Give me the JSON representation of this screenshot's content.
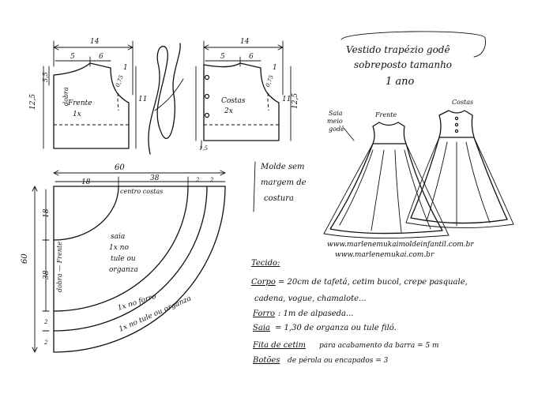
{
  "bodice_front": {
    "width_top": "14",
    "neck": "5",
    "shoulder": "6",
    "drop": "1",
    "left_small": "5,5",
    "height": "12,5",
    "right_height": "11",
    "armhole": "0,75",
    "piece_label": "Frente",
    "count": "1x",
    "fold_label": "dobra"
  },
  "bodice_back": {
    "width_top": "14",
    "neck": "5",
    "shoulder": "6",
    "drop": "1",
    "height": "12,5",
    "right_height": "11",
    "armhole": "0,75",
    "piece_label": "Costas",
    "count": "2x",
    "bottom_small": "1,5"
  },
  "signature": "Marlene Mukai",
  "skirt": {
    "width": "60",
    "inner_radius": "18",
    "band": "38",
    "small_a": "2",
    "small_b": "2",
    "center_label": "centro costas",
    "left_height": "60",
    "left_top": "18",
    "left_mid": "38",
    "left_b1": "2",
    "left_b2": "2",
    "fold_label": "dobra — Frente",
    "main_label_1": "saia",
    "main_label_2": "1x no",
    "main_label_3": "tule ou",
    "main_label_4": "organza",
    "band1_label": "1x no forro",
    "band2_label": "1x no tule ou organza"
  },
  "note": {
    "line1": "Molde sem",
    "line2": "margem de",
    "line3": "costura"
  },
  "title": {
    "line1": "Vestido trapézio godê",
    "line2": "sobreposto tamanho",
    "line3": "1 ano"
  },
  "dress_labels": {
    "front": "Frente",
    "back": "Costas",
    "skirt1": "Saia",
    "skirt2": "meio",
    "skirt3": "godê"
  },
  "urls": {
    "site1": "www.marlenemukaimoldeinfantil.com.br",
    "site2": "www.marlenemukai.com.br"
  },
  "fabric": {
    "heading": "Tecido:",
    "corpo_label": "Corpo",
    "corpo_line1": "= 20cm de tafetá, cetim bucol, crepe pasquale,",
    "corpo_line2": "cadena, vogue, chamalote...",
    "forro_label": "Forro",
    "forro_text": ": 1m de alpaseda...",
    "saia_label": "Saia",
    "saia_text": "= 1,30 de organza ou tule filó.",
    "fita_label": "Fita de cetim",
    "fita_text": "para acabamento da barra = 5 m",
    "botoes_label": "Botões",
    "botoes_text": "de pérola ou encapados = 3"
  }
}
